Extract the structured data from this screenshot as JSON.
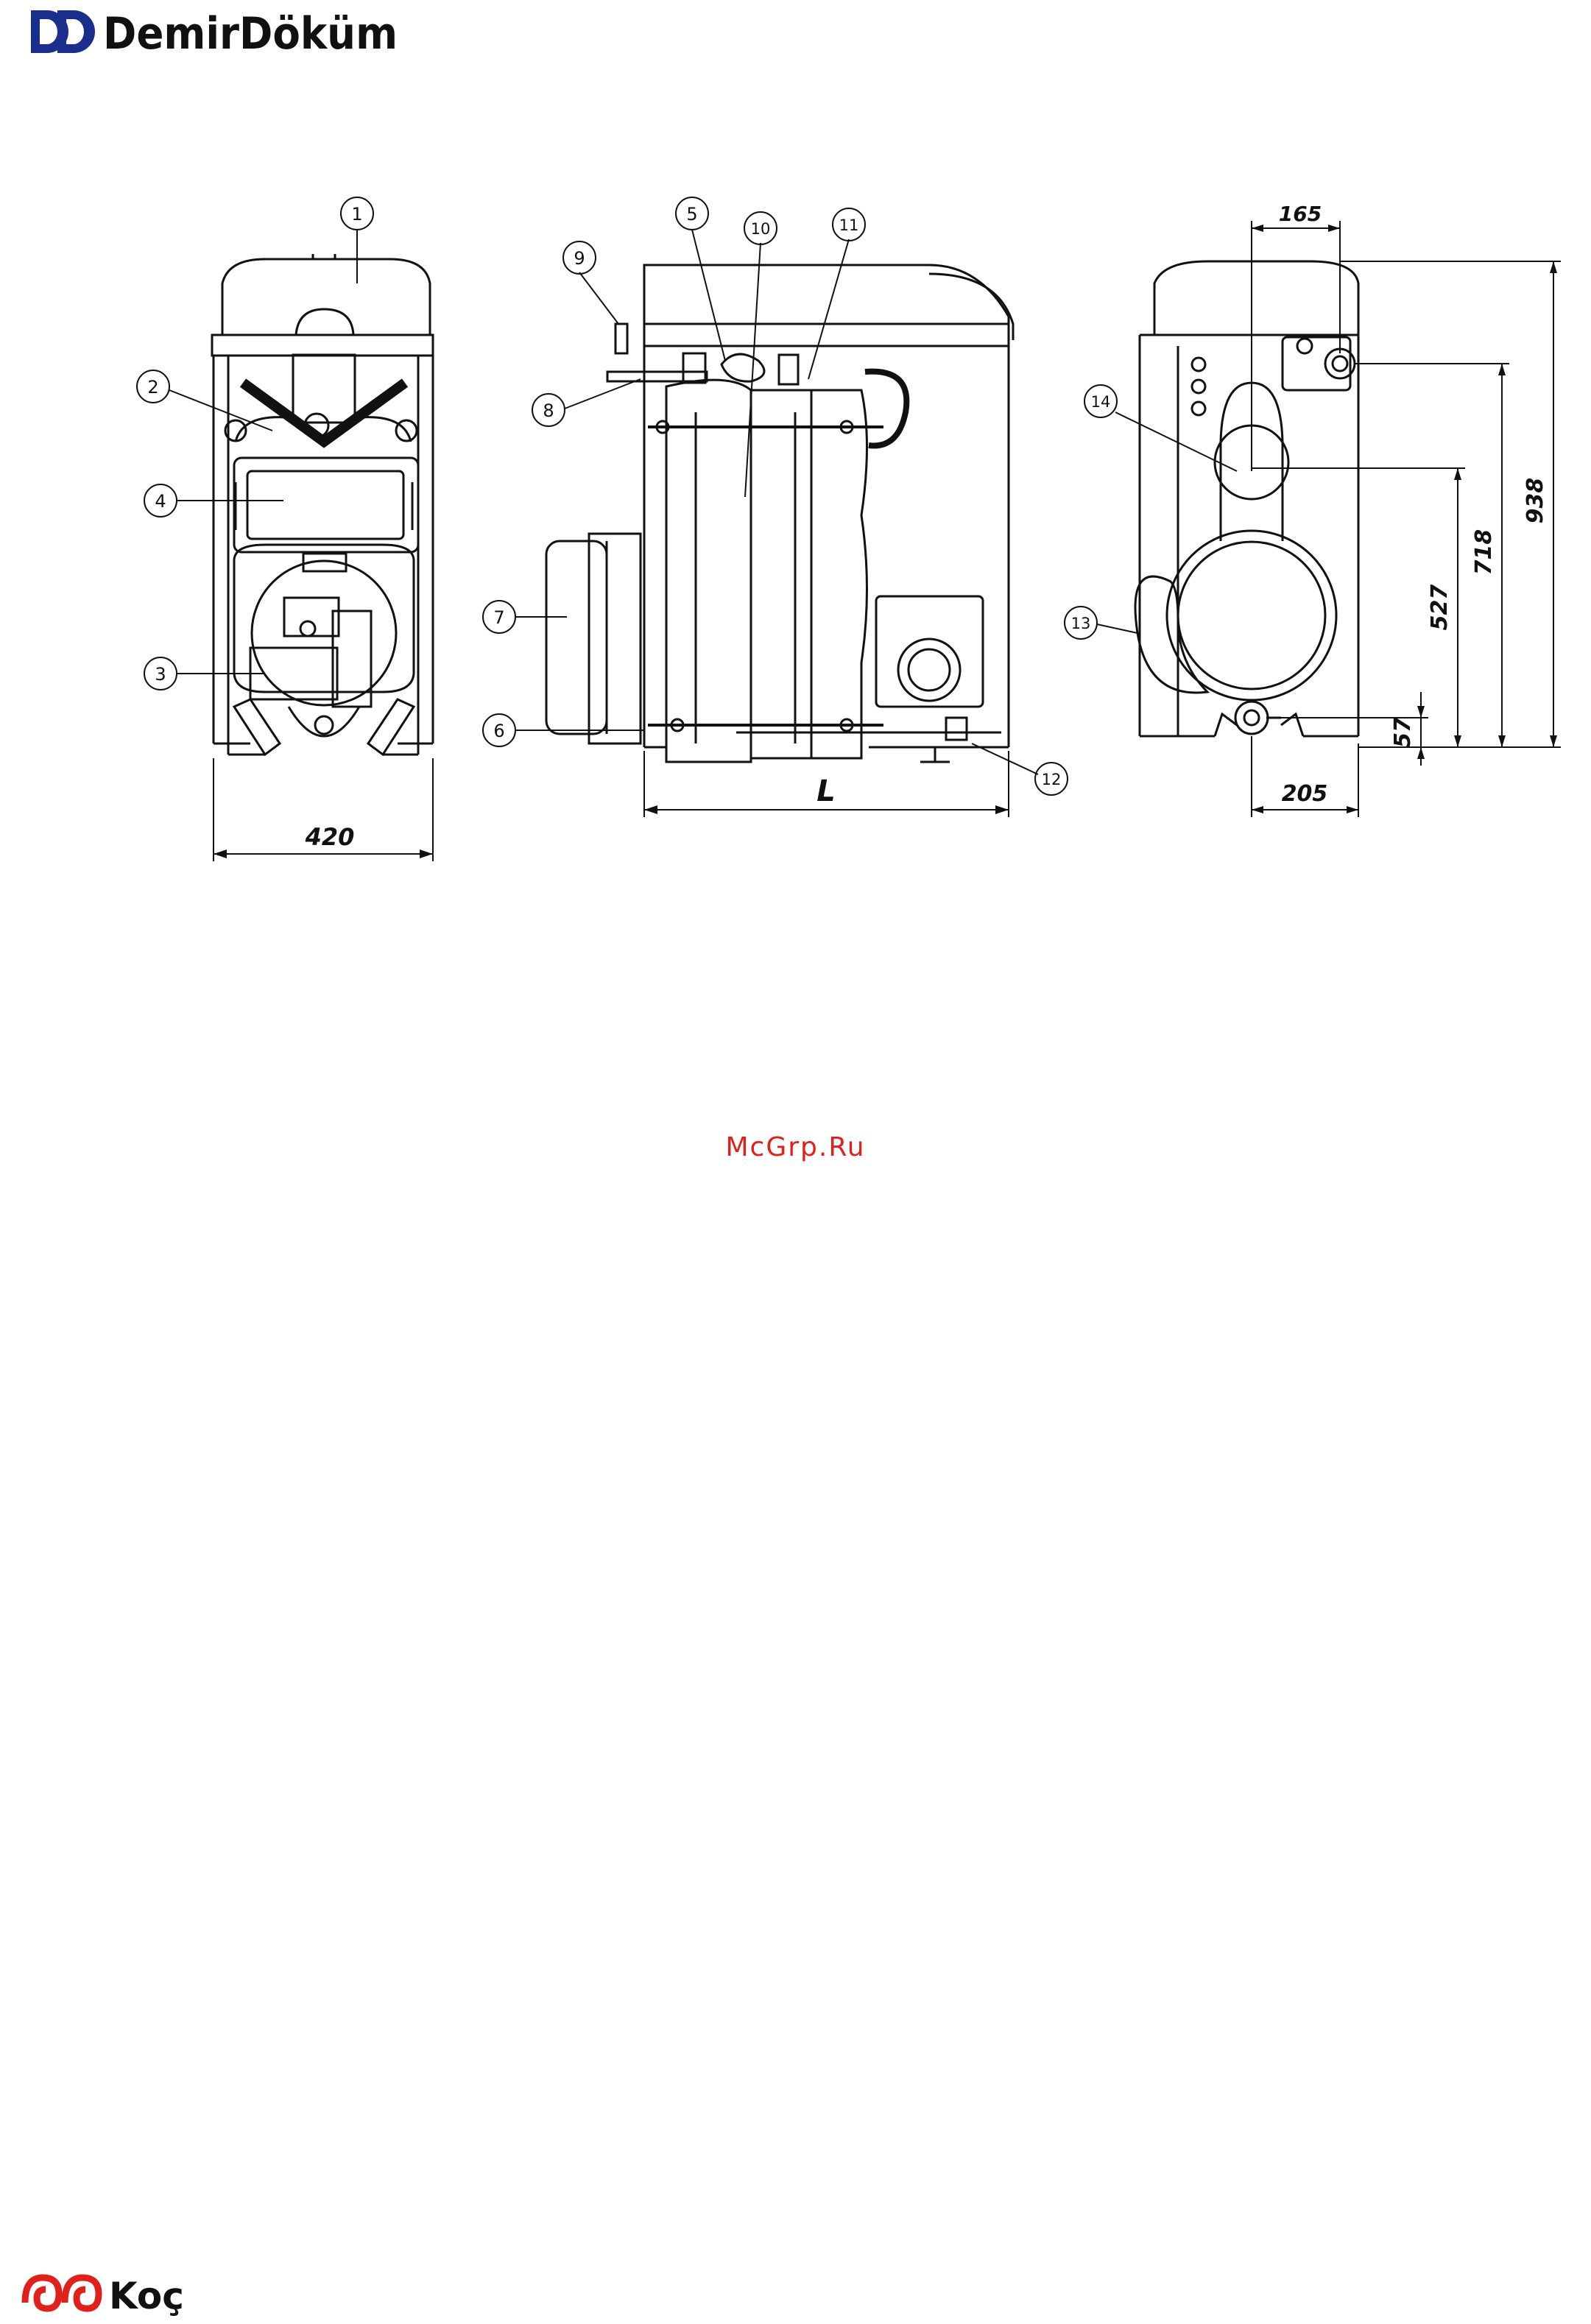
{
  "header": {
    "brand_text": "DemirDöküm",
    "logo_mark": "DD"
  },
  "footer": {
    "brand_text": "Koç"
  },
  "watermark": "McGrp.Ru",
  "diagram": {
    "callouts": [
      "1",
      "2",
      "3",
      "4",
      "5",
      "6",
      "7",
      "8",
      "9",
      "10",
      "11",
      "12",
      "13",
      "14"
    ],
    "dimensions": {
      "front_width": "420",
      "side_length": "L",
      "rear_top_offset": "165",
      "rear_bottom_offset": "205",
      "height_total": "938",
      "height_flow": "718",
      "height_flue": "527",
      "height_return": "57"
    }
  }
}
